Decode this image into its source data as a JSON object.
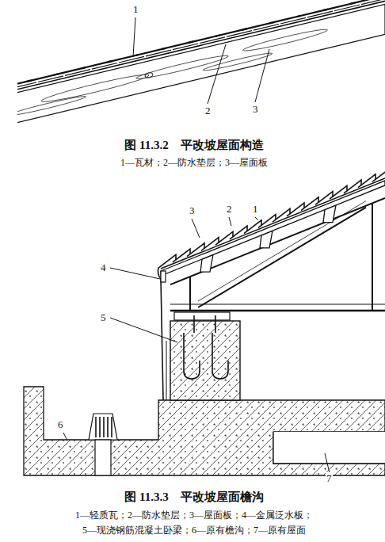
{
  "diagram": {
    "labels": [
      "1",
      "2",
      "3",
      "图 11.3.2　平改坡屋面构造",
      "1—瓦材；2—防水垫层；3—屋面板",
      "3",
      "2",
      "1",
      "4",
      "5",
      "6",
      "7",
      "图 11.3.3　平改坡屋面檐沟",
      "1—轻质瓦；2—防水垫层；3—屋面板；4—金属泛水板；",
      "5—现浇钢筋混凝土卧梁；6—原有檐沟；7—原有屋面"
    ]
  }
}
